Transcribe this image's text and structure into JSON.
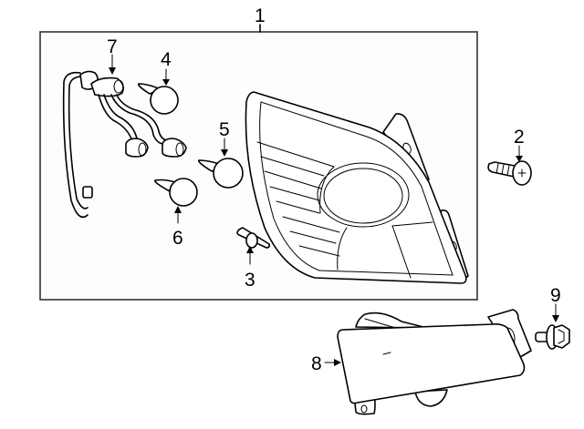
{
  "diagram": {
    "type": "exploded-parts-diagram",
    "callouts": [
      {
        "id": "callout-1",
        "label": "1"
      },
      {
        "id": "callout-2",
        "label": "2"
      },
      {
        "id": "callout-3",
        "label": "3"
      },
      {
        "id": "callout-4",
        "label": "4"
      },
      {
        "id": "callout-5",
        "label": "5"
      },
      {
        "id": "callout-6",
        "label": "6"
      },
      {
        "id": "callout-7",
        "label": "7"
      },
      {
        "id": "callout-8",
        "label": "8"
      },
      {
        "id": "callout-9",
        "label": "9"
      }
    ],
    "colors": {
      "line": "#000000",
      "background": "#ffffff",
      "box": "#333333"
    }
  }
}
